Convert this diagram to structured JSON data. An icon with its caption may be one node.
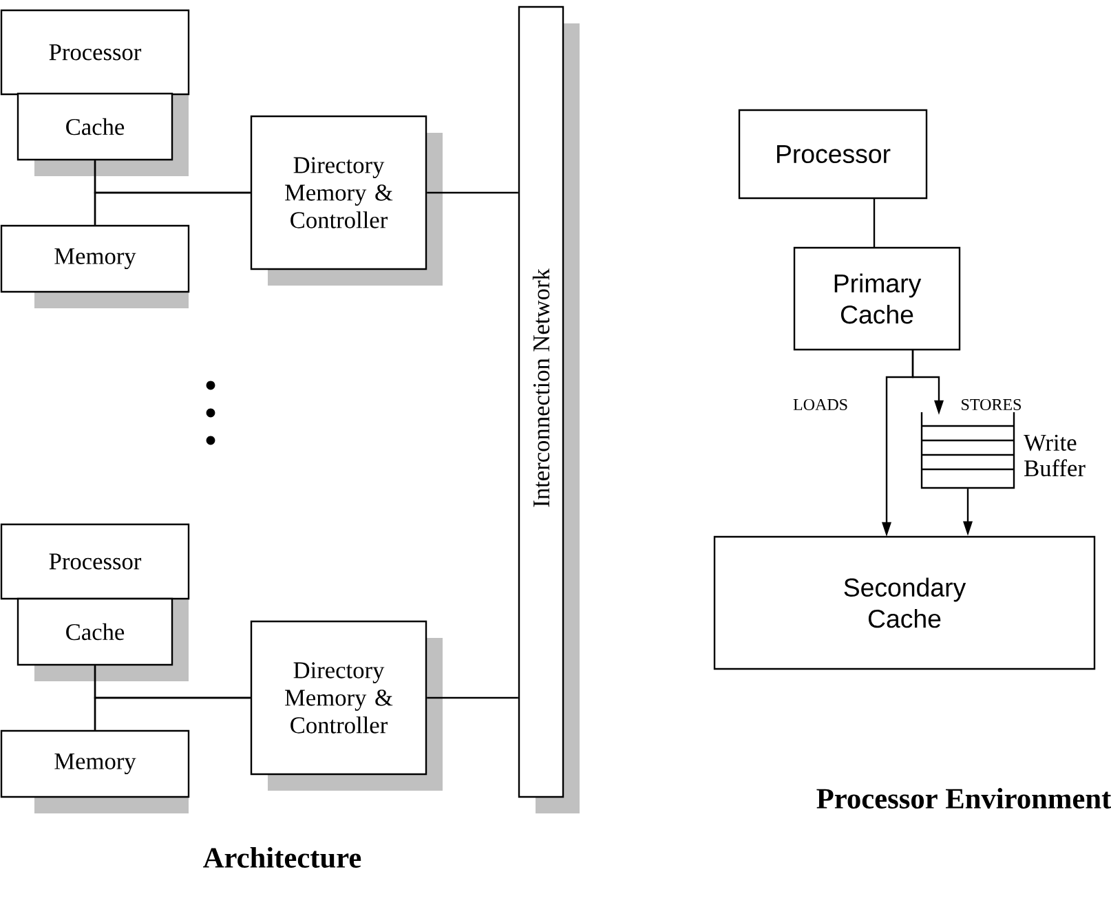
{
  "diagram": {
    "nodes": [
      {
        "text": [
          "Processor"
        ]
      },
      {
        "text": [
          "Cache"
        ]
      },
      {
        "text": [
          "Memory"
        ]
      },
      {
        "text": [
          "Directory Memory & Controller"
        ]
      },
      {
        "text": [
          "Processor"
        ]
      },
      {
        "text": [
          "Cache"
        ]
      },
      {
        "text": [
          "Memory"
        ]
      },
      {
        "text": [
          "Directory Memory & Controller"
        ]
      },
      {
        "text": [
          "Interconnection Network"
        ]
      },
      {
        "text": [
          "Processor"
        ]
      },
      {
        "text": [
          "Primary Cache"
        ]
      },
      {
        "text": [],
        "shape": "box",
        "beside": [
          "Write Buffer"
        ]
      },
      {
        "text": [
          "Secondary Cache"
        ]
      }
    ],
    "edges": [
      {
        "from": 1,
        "to": 2,
        "arrow": "none"
      },
      {
        "from": 1,
        "to": 3,
        "arrow": "none"
      },
      {
        "from": 2,
        "to": 3,
        "arrow": "none"
      },
      {
        "from": 3,
        "to": 8,
        "arrow": "none"
      },
      {
        "from": 5,
        "to": 6,
        "arrow": "none"
      },
      {
        "from": 5,
        "to": 7,
        "arrow": "none"
      },
      {
        "from": 6,
        "to": 7,
        "arrow": "none"
      },
      {
        "from": 7,
        "to": 8,
        "arrow": "none"
      },
      {
        "from": 9,
        "to": 10,
        "arrow": "none"
      },
      {
        "from": 10,
        "to": 12,
        "arrow": "to",
        "label": "LOADS"
      },
      {
        "from": 10,
        "to": 11,
        "arrow": "to",
        "label": "STORES"
      },
      {
        "from": 11,
        "to": 12,
        "arrow": "to"
      }
    ],
    "labels": [
      "Architecture",
      "Processor Environment"
    ]
  }
}
